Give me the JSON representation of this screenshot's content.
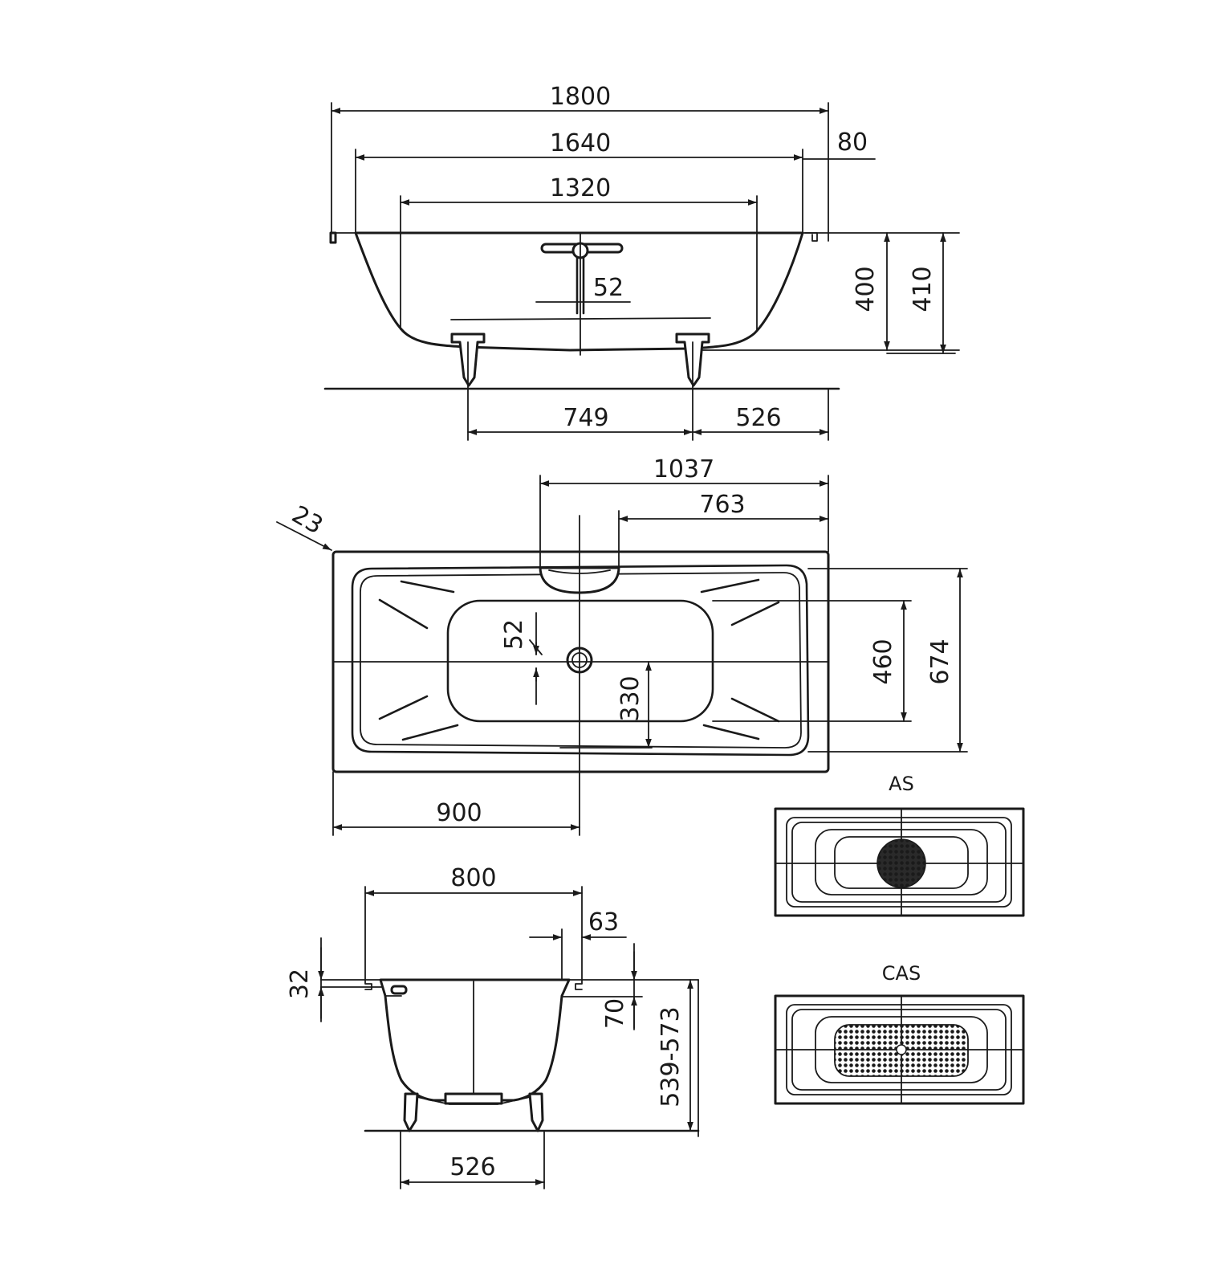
{
  "dimensions": {
    "side": {
      "overall_length": "1800",
      "inner_length_top": "1640",
      "inner_length_bottom": "1320",
      "rim_offset": "80",
      "depth_inner": "400",
      "depth_overall": "410",
      "waste_offset": "52",
      "leg_spacing": "749",
      "leg_to_end": "526"
    },
    "plan": {
      "to_overflow": "1037",
      "to_waste": "763",
      "corner_radius": "23",
      "waste_offset": "52",
      "waste_to_edge": "330",
      "inner_width": "460",
      "overall_width": "674",
      "to_center": "900"
    },
    "end": {
      "overall_width": "800",
      "rim_width": "63",
      "rim_height": "32",
      "rim_drop": "70",
      "height_range": "539-573",
      "leg_spacing": "526"
    }
  },
  "variants": {
    "as_label": "AS",
    "cas_label": "CAS"
  }
}
